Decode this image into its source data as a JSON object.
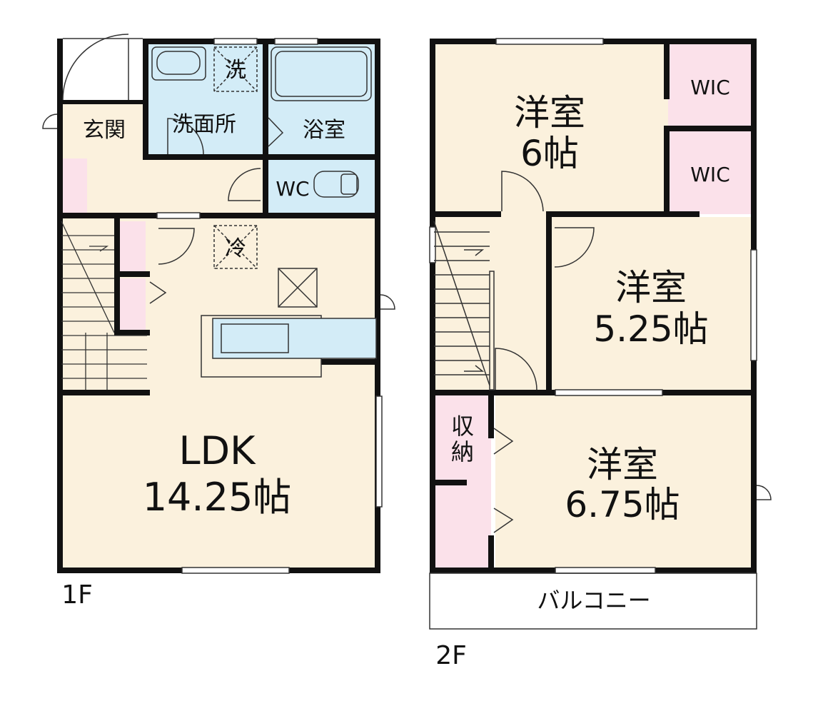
{
  "floors": {
    "first": {
      "label": "1F",
      "rooms": {
        "entrance": "玄関",
        "washroom": "洗面所",
        "washer": "洗",
        "bathroom": "浴室",
        "toilet": "WC",
        "fridge": "冷",
        "ldk_name": "LDK",
        "ldk_size": "14.25帖"
      }
    },
    "second": {
      "label": "2F",
      "rooms": {
        "room_a_name": "洋室",
        "room_a_size": "6帖",
        "wic_top": "WIC",
        "wic_bottom": "WIC",
        "room_b_name": "洋室",
        "room_b_size": "5.25帖",
        "room_c_name": "洋室",
        "room_c_size": "6.75帖",
        "storage_line1": "収",
        "storage_line2": "納",
        "balcony": "バルコニー"
      }
    }
  },
  "colors": {
    "floor": "#fbf1dd",
    "wet_area": "#d3ecf7",
    "storage": "#fbe1ea",
    "wall": "#111111"
  }
}
